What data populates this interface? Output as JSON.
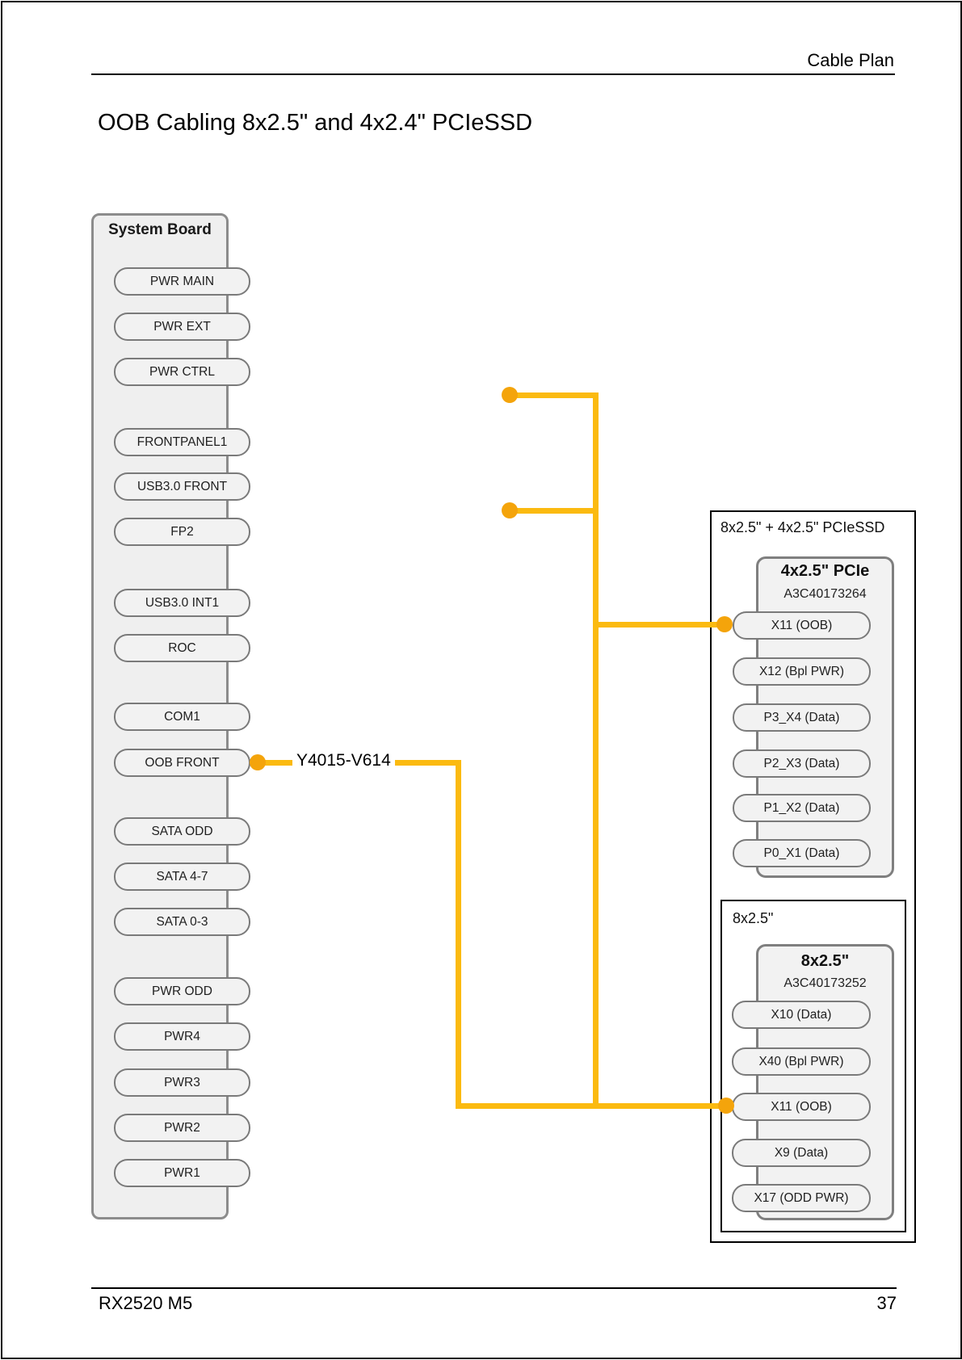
{
  "header": {
    "label": "Cable Plan"
  },
  "title": "OOB Cabling 8x2.5\" and 4x2.4\" PCIeSSD",
  "footer": {
    "model": "RX2520 M5",
    "page": "37"
  },
  "colors": {
    "cable": "#fbba10",
    "dot": "#f4a40b"
  },
  "system_board": {
    "title": "System Board",
    "connectors": [
      "PWR MAIN",
      "PWR EXT",
      "PWR CTRL",
      "FRONTPANEL1",
      "USB3.0 FRONT",
      "FP2",
      "USB3.0 INT1",
      "ROC",
      "COM1",
      "OOB FRONT",
      "SATA ODD",
      "SATA 4-7",
      "SATA 0-3",
      "PWR ODD",
      "PWR4",
      "PWR3",
      "PWR2",
      "PWR1"
    ]
  },
  "cable": {
    "label": "Y4015-V614"
  },
  "pciessd_group": {
    "label": "8x2.5\" + 4x2.5\" PCIeSSD",
    "pcie_backplane": {
      "title": "4x2.5\" PCIe",
      "part": "A3C40173264",
      "connectors": [
        "X11 (OOB)",
        "X12 (Bpl PWR)",
        "P3_X4 (Data)",
        "P2_X3 (Data)",
        "P1_X2 (Data)",
        "P0_X1 (Data)"
      ]
    },
    "group_8x25": {
      "label": "8x2.5\"",
      "backplane": {
        "title": "8x2.5\"",
        "part": "A3C40173252",
        "connectors": [
          "X10 (Data)",
          "X40 (Bpl PWR)",
          "X11 (OOB)",
          "X9 (Data)",
          "X17 (ODD PWR)"
        ]
      }
    }
  }
}
